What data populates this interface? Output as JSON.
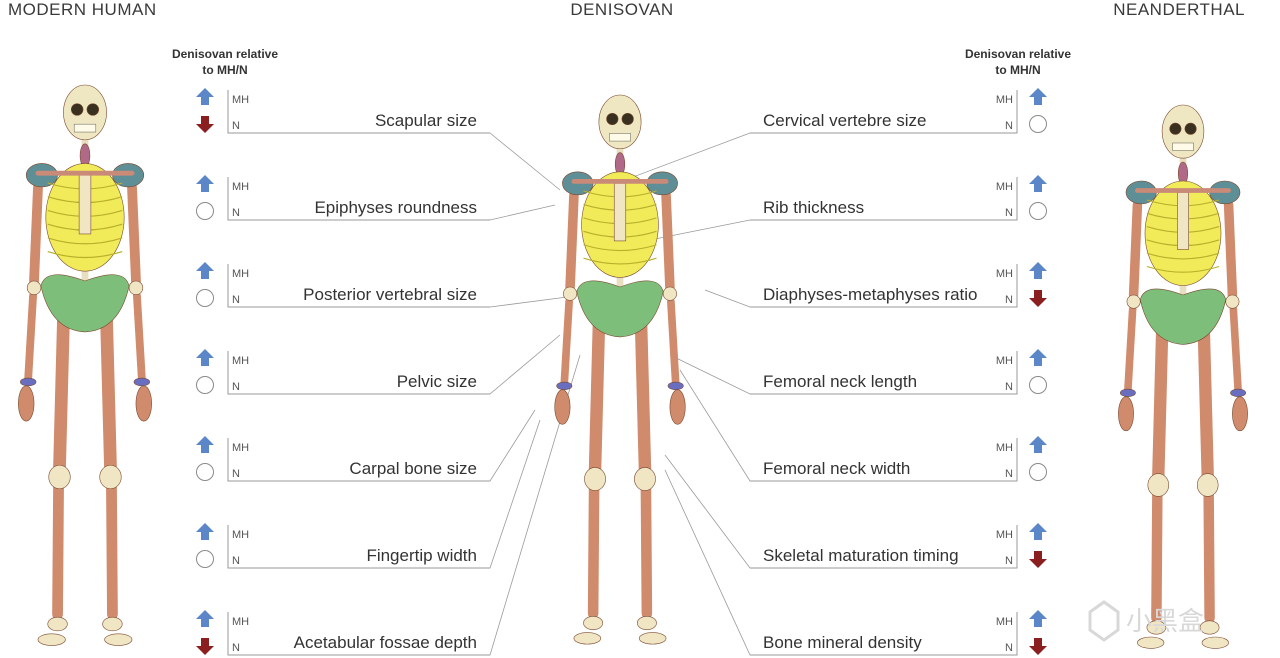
{
  "titles": {
    "left": "MODERN HUMAN",
    "center": "DENISOVAN",
    "right": "NEANDERTHAL"
  },
  "legend_header_line1": "Denisovan relative",
  "legend_header_line2": "to MH/N",
  "mh_label": "MH",
  "n_label": "N",
  "arrow_colors": {
    "up": "#5b86c8",
    "down": "#8b1f1f",
    "circle": "#8a8a8a"
  },
  "bone_colors": {
    "skull": "#efe6c2",
    "ribs": "#f1eb5a",
    "pelvis": "#7dbf7a",
    "scapula": "#5f8f96",
    "limbs": "#d08a6c",
    "joints": "#f0e6c4",
    "neck": "#b06a88",
    "wrist": "#6a6ec0",
    "hip": "#d04a3a"
  },
  "left_traits": [
    {
      "label": "Scapular size",
      "mh": "up",
      "n": "down"
    },
    {
      "label": "Epiphyses roundness",
      "mh": "up",
      "n": "circle"
    },
    {
      "label": "Posterior vertebral size",
      "mh": "up",
      "n": "circle"
    },
    {
      "label": "Pelvic size",
      "mh": "up",
      "n": "circle"
    },
    {
      "label": "Carpal bone size",
      "mh": "up",
      "n": "circle"
    },
    {
      "label": "Fingertip width",
      "mh": "up",
      "n": "circle"
    },
    {
      "label": "Acetabular fossae depth",
      "mh": "up",
      "n": "down"
    }
  ],
  "right_traits": [
    {
      "label": "Cervical vertebre size",
      "mh": "up",
      "n": "circle"
    },
    {
      "label": "Rib thickness",
      "mh": "up",
      "n": "circle"
    },
    {
      "label": "Diaphyses-metaphyses ratio",
      "mh": "up",
      "n": "down"
    },
    {
      "label": "Femoral neck length",
      "mh": "up",
      "n": "circle"
    },
    {
      "label": "Femoral neck width",
      "mh": "up",
      "n": "circle"
    },
    {
      "label": "Skeletal maturation timing",
      "mh": "up",
      "n": "down"
    },
    {
      "label": "Bone mineral density",
      "mh": "up",
      "n": "down"
    }
  ],
  "watermark": "小黑盒"
}
